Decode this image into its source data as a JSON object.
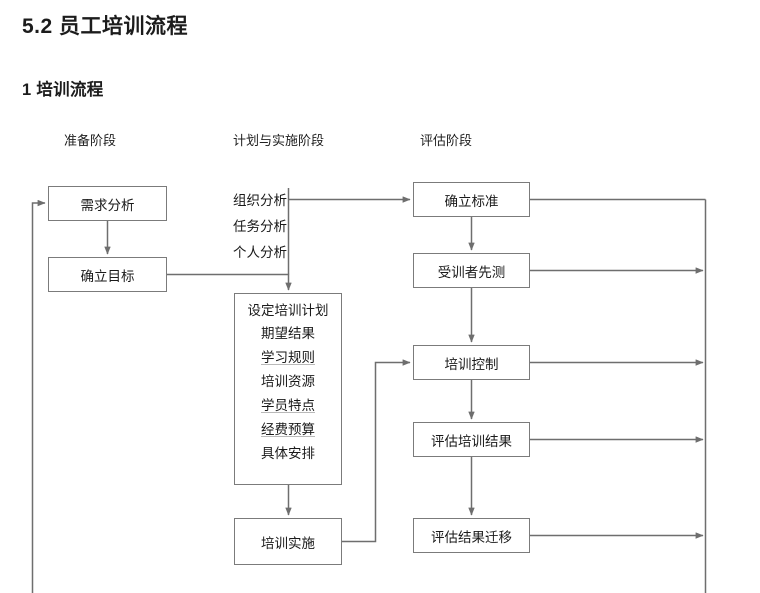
{
  "document": {
    "title": "5.2 员工培训流程",
    "section": "1 培训流程"
  },
  "columns": [
    {
      "id": "preparation",
      "label": "准备阶段"
    },
    {
      "id": "plan-implement",
      "label": "计划与实施阶段"
    },
    {
      "id": "evaluation",
      "label": "评估阶段"
    }
  ],
  "nodes": {
    "xuqiu": "需求分析",
    "mubiao": "确立目标",
    "biaozhun": "确立标准",
    "xianci": "受训者先测",
    "kongzhi": "培训控制",
    "pinggujg": "评估培训结果",
    "qianyi": "评估结果迁移",
    "shishi": "培训实施"
  },
  "analysis_list": [
    "组织分析",
    "任务分析",
    "个人分析"
  ],
  "plan_box": {
    "header": "设定培训计划",
    "items": [
      {
        "text": "期望结果",
        "marked": false
      },
      {
        "text": "学习规则",
        "marked": true
      },
      {
        "text": "培训资源",
        "marked": false
      },
      {
        "text": "学员特点",
        "marked": true
      },
      {
        "text": "经费预算",
        "marked": true
      },
      {
        "text": "具体安排",
        "marked": false
      }
    ]
  },
  "colors": {
    "box_border": "#7b7b7b",
    "connector": "#6e6e6e",
    "text": "#1a1a1a",
    "background": "#ffffff"
  },
  "chart_data": {
    "type": "diagram",
    "title": "5.2 员工培训流程 — 1 培训流程",
    "lanes": [
      "准备阶段",
      "计划与实施阶段",
      "评估阶段"
    ],
    "nodes": [
      {
        "id": "xuqiu",
        "label": "需求分析",
        "lane": "准备阶段"
      },
      {
        "id": "mubiao",
        "label": "确立目标",
        "lane": "准备阶段"
      },
      {
        "id": "analysis",
        "label": "组织分析 / 任务分析 / 个人分析",
        "lane": "计划与实施阶段"
      },
      {
        "id": "jihua",
        "label": "设定培训计划",
        "lane": "计划与实施阶段"
      },
      {
        "id": "shishi",
        "label": "培训实施",
        "lane": "计划与实施阶段"
      },
      {
        "id": "biaozhun",
        "label": "确立标准",
        "lane": "评估阶段"
      },
      {
        "id": "xianci",
        "label": "受训者先测",
        "lane": "评估阶段"
      },
      {
        "id": "kongzhi",
        "label": "培训控制",
        "lane": "评估阶段"
      },
      {
        "id": "pinggujg",
        "label": "评估培训结果",
        "lane": "评估阶段"
      },
      {
        "id": "qianyi",
        "label": "评估结果迁移",
        "lane": "评估阶段"
      }
    ],
    "edges": [
      {
        "from": "xuqiu",
        "to": "mubiao"
      },
      {
        "from": "mubiao",
        "to": "jihua"
      },
      {
        "from": "analysis",
        "to": "jihua"
      },
      {
        "from": "analysis",
        "to": "biaozhun"
      },
      {
        "from": "jihua",
        "to": "shishi"
      },
      {
        "from": "shishi",
        "to": "kongzhi"
      },
      {
        "from": "biaozhun",
        "to": "xianci"
      },
      {
        "from": "xianci",
        "to": "kongzhi"
      },
      {
        "from": "kongzhi",
        "to": "pinggujg"
      },
      {
        "from": "pinggujg",
        "to": "qianyi"
      },
      {
        "from": "biaozhun",
        "to": "feedback-bus"
      },
      {
        "from": "xianci",
        "to": "feedback-bus"
      },
      {
        "from": "kongzhi",
        "to": "feedback-bus"
      },
      {
        "from": "pinggujg",
        "to": "feedback-bus"
      },
      {
        "from": "qianyi",
        "to": "feedback-bus"
      },
      {
        "from": "feedback-bus",
        "to": "xuqiu"
      }
    ]
  }
}
